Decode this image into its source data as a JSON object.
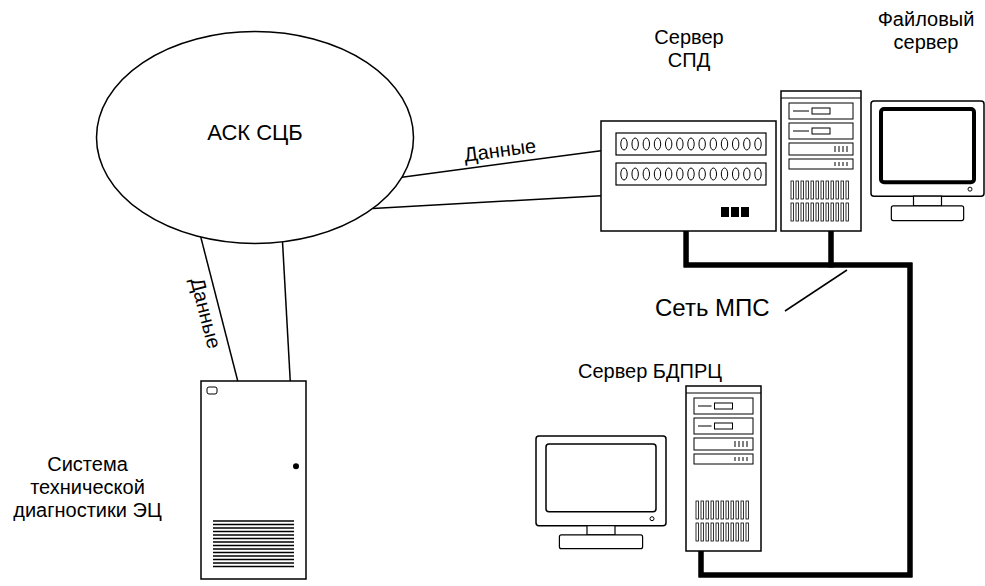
{
  "diagram": {
    "nodes": [
      {
        "text": [
          "АСК СЦБ"
        ]
      },
      {
        "text": [
          "Сервер СПД"
        ]
      },
      {
        "text": [
          "Файловый сервер"
        ]
      },
      {
        "text": [
          "Сервер БДПРЦ"
        ]
      },
      {
        "text": [
          "Система технической диагностики ЭЦ"
        ]
      }
    ],
    "edges": [
      {
        "from": 0,
        "to": 1,
        "arrow": "none",
        "label": "Данные"
      },
      {
        "from": 0,
        "to": 1,
        "arrow": "none"
      },
      {
        "from": 0,
        "to": 4,
        "arrow": "none",
        "label": "Данные"
      },
      {
        "from": 0,
        "to": 4,
        "arrow": "none"
      },
      {
        "from": 1,
        "to": 2,
        "arrow": "none"
      },
      {
        "from": 1,
        "to": 3,
        "arrow": "none"
      },
      {
        "from": 2,
        "to": 3,
        "arrow": "none"
      }
    ],
    "labels": [
      "Сеть МПС"
    ]
  }
}
